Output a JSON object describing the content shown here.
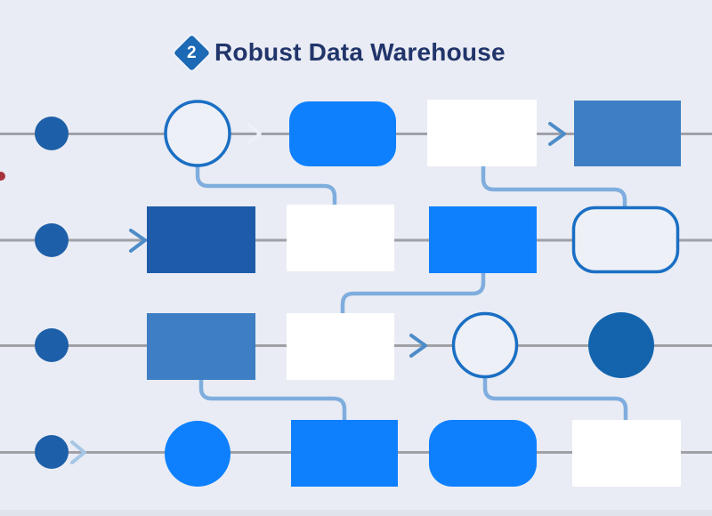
{
  "title": {
    "badge_number": "2",
    "text": "Robust Data Warehouse"
  },
  "colors": {
    "background": "#e9ecf4",
    "title_text": "#21356b",
    "badge_fill": "#1c69b5",
    "bright_blue": "#0e80fe",
    "medium_blue": "#3d7ec4",
    "dark_blue": "#1e5ca9",
    "dark_circle": "#1364ad",
    "dot_blue": "#1d5fa8",
    "outline_blue": "#1a6fc4",
    "connector": "#7fadde",
    "chevron": "#4e8cc8",
    "chevron_light": "#a6c6e6",
    "lane_line": "#9fa1a6",
    "white": "#ffffff",
    "paper": "#edf0f7",
    "red_marker": "#a8323c",
    "bottom_band": "#dee1e9"
  },
  "diagram": {
    "type": "swimlane-flow",
    "lanes": [
      {
        "id": 1,
        "nodes": [
          {
            "shape": "dot",
            "style": "dark-blue"
          },
          {
            "shape": "circle",
            "style": "outlined"
          },
          {
            "shape": "rounded-rect",
            "style": "bright-blue"
          },
          {
            "shape": "rect",
            "style": "white"
          },
          {
            "shape": "rect",
            "style": "medium-blue"
          }
        ]
      },
      {
        "id": 2,
        "nodes": [
          {
            "shape": "dot",
            "style": "dark-blue"
          },
          {
            "shape": "rect",
            "style": "dark-blue"
          },
          {
            "shape": "rect",
            "style": "white"
          },
          {
            "shape": "rect",
            "style": "bright-blue"
          },
          {
            "shape": "rounded-rect",
            "style": "outlined"
          }
        ]
      },
      {
        "id": 3,
        "nodes": [
          {
            "shape": "dot",
            "style": "dark-blue"
          },
          {
            "shape": "rect",
            "style": "medium-blue"
          },
          {
            "shape": "rect",
            "style": "white"
          },
          {
            "shape": "circle",
            "style": "outlined"
          },
          {
            "shape": "circle",
            "style": "dark-blue"
          }
        ]
      },
      {
        "id": 4,
        "nodes": [
          {
            "shape": "dot",
            "style": "dark-blue"
          },
          {
            "shape": "circle",
            "style": "bright-blue"
          },
          {
            "shape": "rect",
            "style": "bright-blue"
          },
          {
            "shape": "rounded-rect",
            "style": "bright-blue"
          },
          {
            "shape": "rect",
            "style": "white"
          }
        ]
      }
    ],
    "arrows": [
      {
        "lane": 1,
        "position": "after-outlined-circle",
        "color": "white"
      },
      {
        "lane": 1,
        "position": "before-medium-blue-rect",
        "color": "blue"
      },
      {
        "lane": 2,
        "position": "before-dark-blue-rect",
        "color": "blue"
      },
      {
        "lane": 3,
        "position": "before-outlined-circle",
        "color": "blue"
      },
      {
        "lane": 4,
        "position": "after-start-dot",
        "color": "light-blue"
      }
    ],
    "connectors": [
      {
        "from": "lane1.outlined-circle",
        "to": "lane2.white-rect"
      },
      {
        "from": "lane1.white-rect",
        "to": "lane2.outlined-rounded-rect"
      },
      {
        "from": "lane2.bright-blue-rect",
        "to": "lane3.white-rect"
      },
      {
        "from": "lane3.medium-blue-rect",
        "to": "lane4.bright-blue-rect"
      },
      {
        "from": "lane3.outlined-circle",
        "to": "lane4.white-rect"
      }
    ]
  },
  "annotations": {
    "red_edge_marker": "present-left-edge"
  }
}
